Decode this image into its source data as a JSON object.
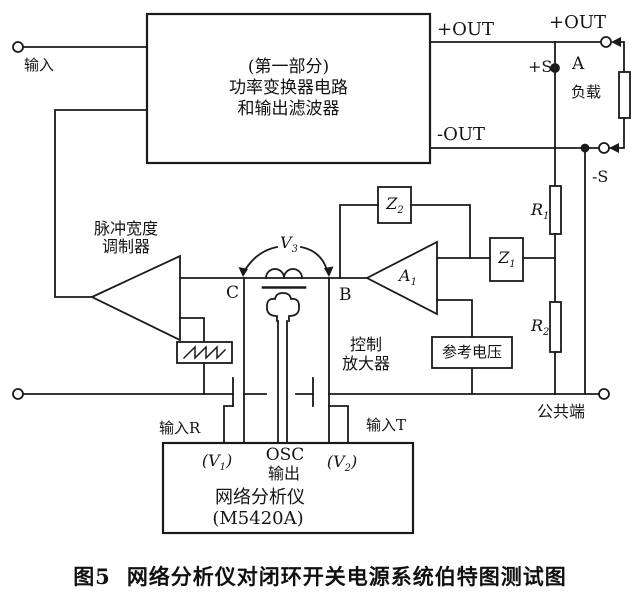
{
  "figure": {
    "caption_prefix": "图5",
    "caption_text": "网络分析仪对闭环开关电源系统伯特图测试图"
  },
  "power_stage": {
    "line1": "(第一部分)",
    "line2": "功率变换器电路",
    "line3": "和输出滤波器"
  },
  "terminals": {
    "input": "输入",
    "pos_out_left": "+OUT",
    "pos_out_right": "+OUT",
    "neg_out": "-OUT",
    "pos_sense": "+S",
    "neg_sense": "-S",
    "point_a": "A",
    "load": "负载",
    "common": "公共端"
  },
  "blocks": {
    "pwm_line1": "脉冲宽度",
    "pwm_line2": "调制器",
    "ctrl_line1": "控制",
    "ctrl_line2": "放大器",
    "ref_voltage": "参考电压",
    "input_r": "输入R",
    "input_t": "输入T",
    "osc_line1": "OSC",
    "osc_line2": "输出",
    "analyzer_name": "网络分析仪",
    "analyzer_model": "(M5420A)"
  },
  "components": {
    "r1": {
      "base": "R",
      "sub": "1"
    },
    "r2": {
      "base": "R",
      "sub": "2"
    },
    "z1": {
      "base": "Z",
      "sub": "1"
    },
    "z2": {
      "base": "Z",
      "sub": "2"
    },
    "a1": {
      "base": "A",
      "sub": "1"
    },
    "v3": {
      "base": "V",
      "sub": "3"
    },
    "v1": {
      "open": "(",
      "base": "V",
      "sub": "1",
      "close": ")"
    },
    "v2": {
      "open": "(",
      "base": "V",
      "sub": "2",
      "close": ")"
    },
    "node_b": "B",
    "node_c": "C"
  },
  "colors": {
    "line": "#1a1a1a",
    "background": "#ffffff"
  }
}
